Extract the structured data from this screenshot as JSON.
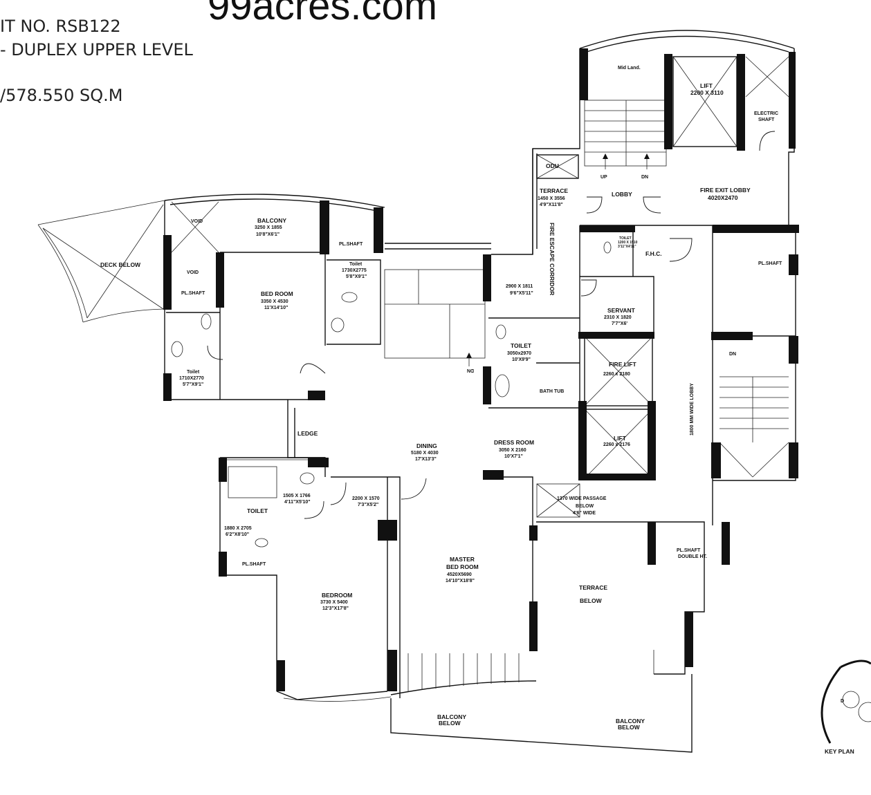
{
  "header": {
    "line1": "IT NO. RSB122",
    "line2": "- DUPLEX UPPER LEVEL",
    "line3": "/578.550 SQ.M"
  },
  "watermark": "99acres.com",
  "rooms": {
    "mid_landing": "Mid Land.",
    "lift1": "LIFT",
    "lift1_dim": "2200 X 3110",
    "electric_shaft_1": "ELECTRIC",
    "electric_shaft_2": "SHAFT",
    "odu": "ODU",
    "up": "UP",
    "dn": "DN",
    "lobby": "LOBBY",
    "terrace": "TERRACE",
    "terrace_dim1": "1450 X 3556",
    "terrace_dim2": "4'9\"X11'8\"",
    "fire_exit_lobby": "FIRE EXIT LOBBY",
    "fire_exit_lobby_dim": "4020X2470",
    "fire_escape_corridor": "FIRE ESCAPE CORRIDOR",
    "corridor_dim1": "2900 X 1811",
    "corridor_dim2": "9'6\"X5'11\"",
    "toilet_small": "TOILET",
    "toilet_small_dim1": "1200 X 1510",
    "toilet_small_dim2": "3'11\"X4'11\"",
    "fhc": "F.H.C.",
    "pl_shaft": "PL.SHAFT",
    "servant": "SERVANT",
    "servant_dim1": "2310 X 1820",
    "servant_dim2": "7'7\"X6'",
    "balcony": "BALCONY",
    "balcony_dim1": "3250 X 1855",
    "balcony_dim2": "10'8\"X6'1\"",
    "void": "VOID",
    "deck_below": "DECK BELOW",
    "bedroom1": "BED ROOM",
    "bedroom1_dim1": "3350 X 4530",
    "bedroom1_dim2": "11'X14'10\"",
    "toilet_a": "Toilet",
    "toilet_a_dim1": "1730X2775",
    "toilet_a_dim2": "5'8\"X9'1\"",
    "toilet_b": "Toilet",
    "toilet_b_dim1": "1710X2770",
    "toilet_b_dim2": "5'7\"X9'1\"",
    "toilet_main": "TOILET",
    "toilet_main_dim1": "3050x2970",
    "toilet_main_dim2": "10'X9'9\"",
    "bath_tub": "BATH TUB",
    "fire_lift": "FIRE LIFT",
    "fire_lift_dim": "2260 x 2180",
    "lift2": "LIFT",
    "lift2_dim": "2260 x 2176",
    "wide_lobby": "1800 MM WIDE LOBBY",
    "ledge": "LEDGE",
    "dining": "DINING",
    "dining_dim1": "5180 X 4030",
    "dining_dim2": "17'X13'3\"",
    "dress_room": "DRESS ROOM",
    "dress_room_dim1": "3050 X 2160",
    "dress_room_dim2": "10'X7'1\"",
    "toilet_c": "TOILET",
    "toilet_c_dim1a": "1505 X 1766",
    "toilet_c_dim1b": "4'11\"X5'10\"",
    "toilet_c_dim2a": "1880 X 2705",
    "toilet_c_dim2b": "6'2\"X8'10\"",
    "passage_dim1": "2200 X 1570",
    "passage_dim2": "7'3\"X5'2\"",
    "passage_below1": "1370 WIDE PASSAGE",
    "passage_below2": "BELOW",
    "passage_below3": "4'6\" WIDE",
    "pl_shaft_double1": "PL.SHAFT",
    "pl_shaft_double2": "DOUBLE HT.",
    "master": "MASTER",
    "master2": "BED ROOM",
    "master_dim1": "4520X5690",
    "master_dim2": "14'10\"X18'8\"",
    "bedroom2": "BEDROOM",
    "bedroom2_dim1": "3730 X 5400",
    "bedroom2_dim2": "12'3\"X17'8\"",
    "terrace_below1": "TERRACE",
    "terrace_below2": "BELOW",
    "balcony_below1": "BALCONY",
    "balcony_below2": "BELOW",
    "balcony_below3": "BALCONY",
    "balcony_below4": "BELOW",
    "key_plan": "KEY PLAN",
    "key_d": "D"
  }
}
